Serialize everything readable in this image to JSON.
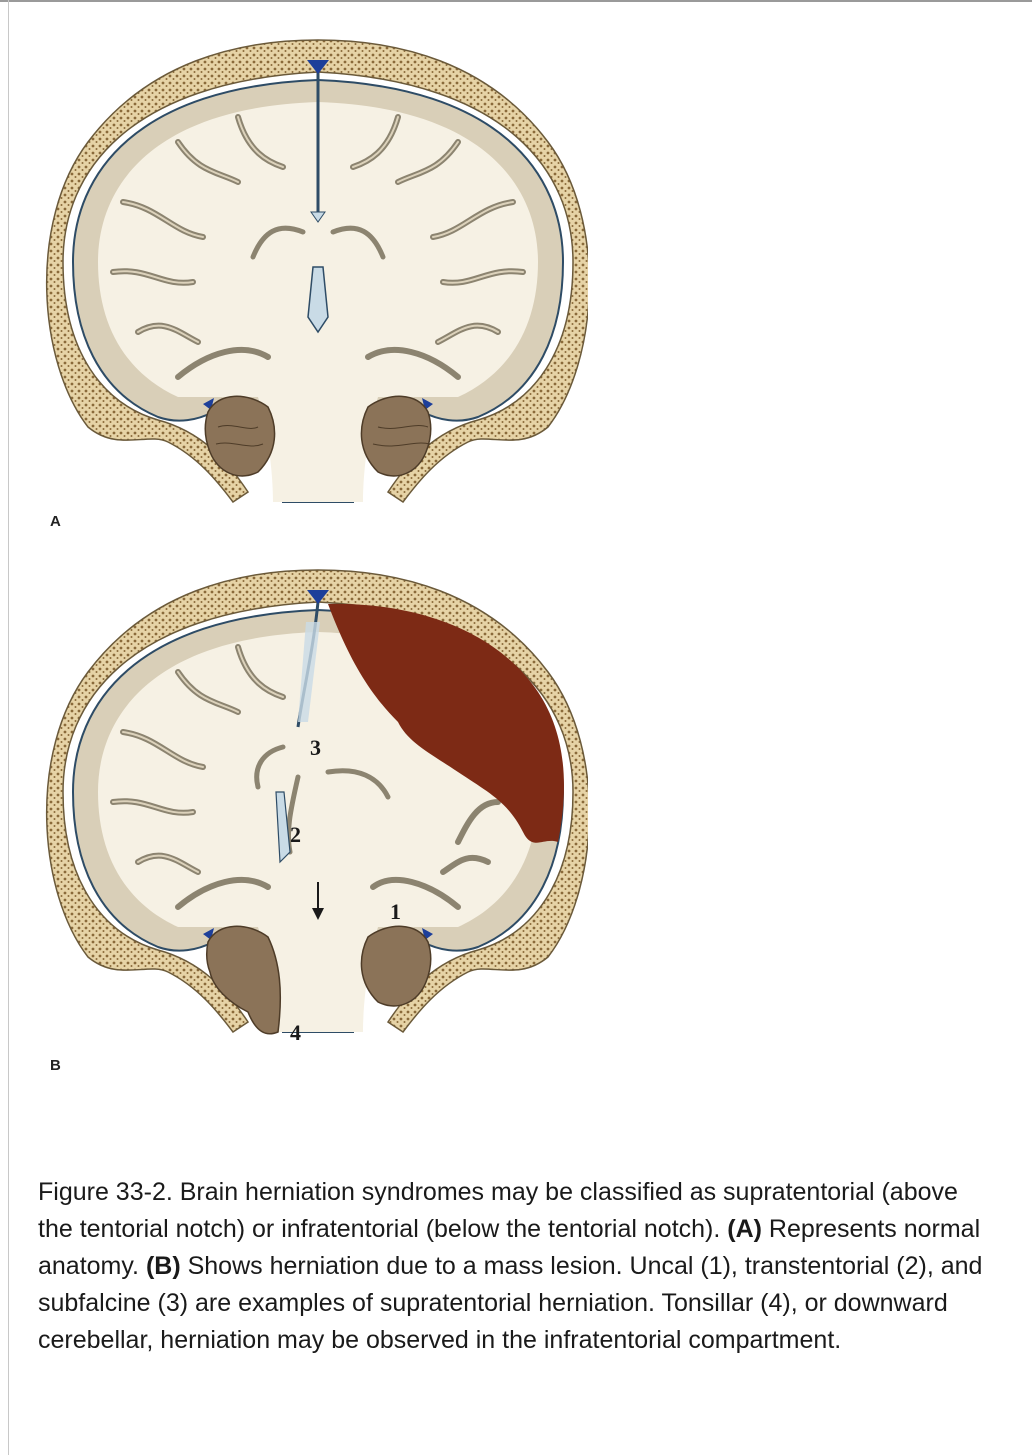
{
  "figure": {
    "panel_a": {
      "label": "A"
    },
    "panel_b": {
      "label": "B",
      "markers": [
        "3",
        "2",
        "1",
        "4"
      ]
    }
  },
  "caption": {
    "text_1": "Figure 33-2. Brain herniation syndromes may be classified as supratentorial (above the tentorial notch) or infratentorial (below the tentorial notch). ",
    "bold_a": "(A)",
    "text_2": " Represents normal anatomy. ",
    "bold_b": "(B)",
    "text_3": " Shows herniation due to a mass lesion. Uncal (1), transtentorial (2), and subfalcine (3) are examples of supratentorial herniation. Tonsillar (4), or downward cerebellar, herniation may be observed in the infratentorial compartment."
  },
  "colors": {
    "skull": "#e6d3a6",
    "skull_dots": "#8a6a3a",
    "brain": "#f6f1e4",
    "cortex": "#d9cfb8",
    "csf": "#c9dbe6",
    "sinus": "#1d3f9a",
    "cerebellum": "#8b7358",
    "hematoma": "#7d2a15"
  }
}
